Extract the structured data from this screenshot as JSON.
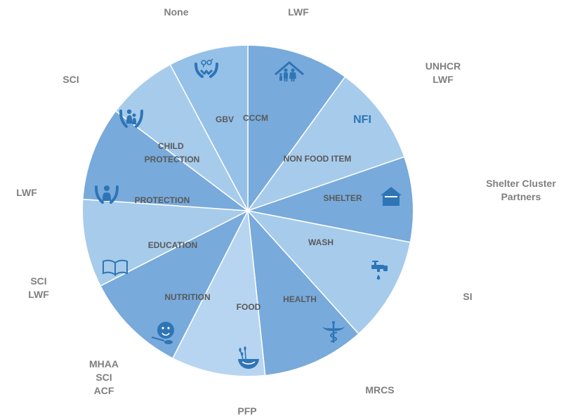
{
  "sectors": [
    {
      "id": "cccm",
      "label": "CCCM",
      "icon": "shelter-family-icon",
      "color": "#78aadb",
      "partners": [
        "LWF"
      ]
    },
    {
      "id": "nfi",
      "label": "NON FOOD ITEM",
      "icon_text": "NFI",
      "color": "#a7cbeb",
      "partners": [
        "UNHCR",
        "LWF"
      ]
    },
    {
      "id": "shelter",
      "label": "SHELTER",
      "icon": "house-icon",
      "color": "#78aadb",
      "partners": [
        "Shelter Cluster",
        "Partners"
      ]
    },
    {
      "id": "wash",
      "label": "WASH",
      "icon": "water-tap-icon",
      "color": "#a7cbeb",
      "partners": [
        "SI"
      ]
    },
    {
      "id": "health",
      "label": "HEALTH",
      "icon": "caduceus-icon",
      "color": "#78aadb",
      "partners": [
        "MRCS"
      ]
    },
    {
      "id": "food",
      "label": "FOOD",
      "icon": "food-bowl-icon",
      "color": "#b7d5f0",
      "partners": [
        "PFP"
      ]
    },
    {
      "id": "nutrition",
      "label": "NUTRITION",
      "icon": "baby-feeding-icon",
      "color": "#78aadb",
      "partners": [
        "MHAA",
        "SCI",
        "ACF"
      ]
    },
    {
      "id": "education",
      "label": "EDUCATION",
      "icon": "book-icon",
      "color": "#a7cbeb",
      "partners": [
        "SCI",
        "LWF"
      ]
    },
    {
      "id": "protection",
      "label": "PROTECTION",
      "icon": "protected-person-icon",
      "color": "#78aadb",
      "partners": [
        "LWF"
      ]
    },
    {
      "id": "child_protection",
      "label": "CHILD PROTECTION",
      "label_lines": [
        "CHILD",
        "PROTECTION"
      ],
      "icon": "protected-child-icon",
      "color": "#a7cbeb",
      "partners": [
        "SCI"
      ]
    },
    {
      "id": "gbv",
      "label": "GBV",
      "icon": "gender-hands-icon",
      "color": "#95c0e8",
      "partners": [
        "None"
      ]
    }
  ],
  "colors": {
    "icon": "#2e75b6",
    "label": "#595959",
    "partner": "#7f7f7f",
    "divider": "#ffffff"
  }
}
